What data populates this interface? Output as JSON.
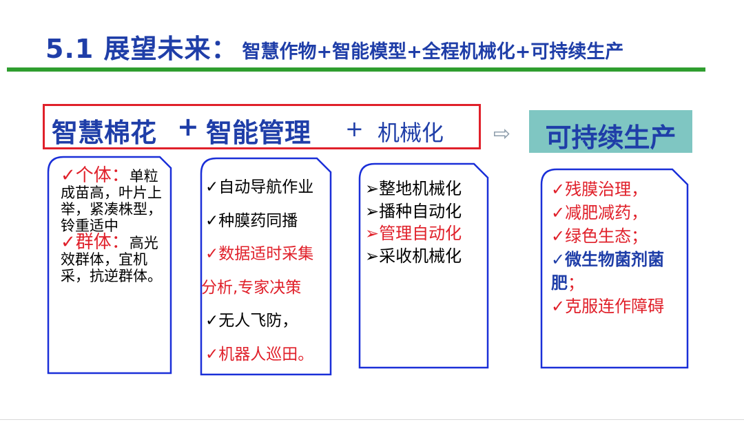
{
  "title": {
    "main": "5.1 展望未来：",
    "sub": "智慧作物+智能模型+全程机械化+可持续生产"
  },
  "banner": {
    "part1": "智慧棉花",
    "plus1": "+",
    "part2": "智能管理",
    "plus2": "+",
    "part3": "机械化",
    "arrow": "⇨",
    "result": "可持续生产"
  },
  "cards": {
    "traits": {
      "individual_label": "✓个体：",
      "individual_text": "单粒成苗高，叶片上举，紧凑株型，铃重适中",
      "group_label": "✓群体：",
      "group_text": "高光效群体，宜机采，抗逆群体。"
    },
    "management": {
      "items": [
        "✓自动导航作业",
        "✓种膜药同播",
        "✓数据适时采集",
        "分析,专家决策",
        "✓无人飞防，",
        "✓机器人巡田。"
      ]
    },
    "mechanization": {
      "items": [
        "➢整地机械化",
        "➢播种自动化",
        "➢管理自动化",
        "➢采收机械化"
      ]
    },
    "sustainable": {
      "items": [
        "✓残膜治理，",
        "✓减肥减药，",
        "✓绿色生态；",
        "✓微生物菌剂菌肥",
        "；",
        "✓克服连作障碍"
      ]
    }
  },
  "colors": {
    "title_blue": "#1f3ea8",
    "rule_green": "#2f9e2f",
    "accent_red": "#e0202a",
    "teal": "#7fc6c2",
    "card_border": "#1a2fd8"
  }
}
